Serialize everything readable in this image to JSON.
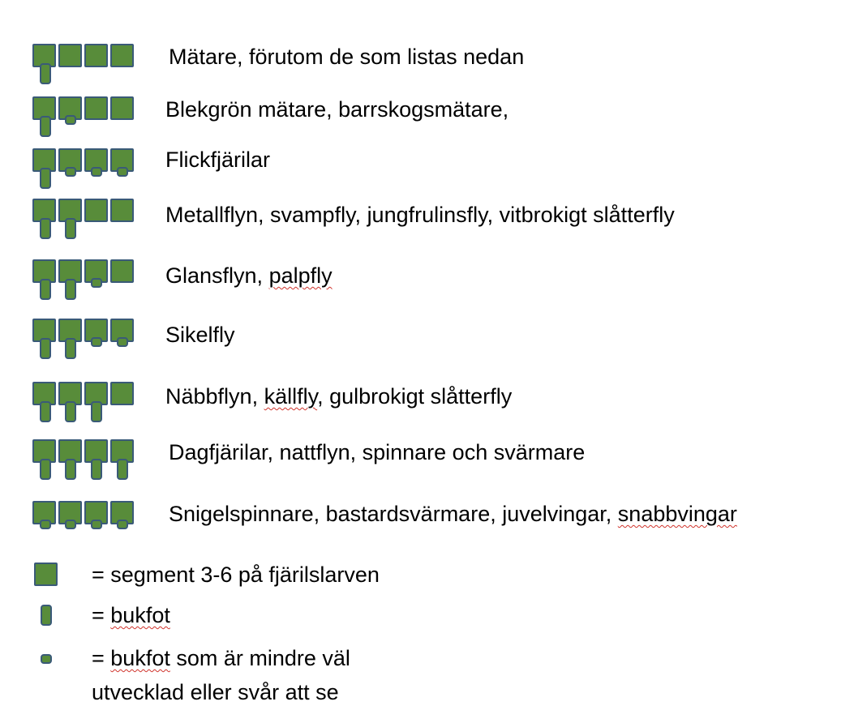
{
  "rows": [
    {
      "label": "Mätare, förutom de som listas nedan",
      "legs": [
        "full",
        "none",
        "none",
        "none"
      ]
    },
    {
      "label": "Blekgrön mätare, barrskogsmätare,",
      "legs": [
        "full",
        "small",
        "none",
        "none"
      ]
    },
    {
      "label": "Flickfjärilar",
      "legs": [
        "full",
        "small",
        "small",
        "small"
      ]
    },
    {
      "label": "Metallflyn, svampfly, jungfrulinsfly, vitbrokigt slåtterfly",
      "legs": [
        "full",
        "full",
        "none",
        "none"
      ]
    },
    {
      "label_parts": [
        "Glansflyn, ",
        "palpfly"
      ],
      "legs": [
        "full",
        "full",
        "small",
        "none"
      ]
    },
    {
      "label": "Sikelfly",
      "legs": [
        "full",
        "full",
        "small",
        "small"
      ]
    },
    {
      "label_parts": [
        "Näbbflyn, ",
        "källfly",
        ", gulbrokigt slåtterfly"
      ],
      "legs": [
        "full",
        "full",
        "full",
        "none"
      ]
    },
    {
      "label": "Dagfjärilar, nattflyn, spinnare och svärmare",
      "legs": [
        "full",
        "full",
        "full",
        "full"
      ]
    },
    {
      "label_parts": [
        "Snigelspinnare, bastardsvärmare, juvelvingar, ",
        "snabbvingar"
      ],
      "legs": [
        "small",
        "small",
        "small",
        "small"
      ]
    }
  ],
  "legend": {
    "segment": "= segment 3-6 på fjärilslarven",
    "proleg_prefix": "= ",
    "proleg_word": "bukfot",
    "small_proleg_prefix": "= ",
    "small_proleg_word": "bukfot",
    "small_proleg_rest_line1": " som är mindre väl",
    "small_proleg_line2": "utvecklad eller svår att se"
  },
  "colors": {
    "segment_fill": "#588c3a",
    "segment_border": "#3a5a78",
    "spellcheck_underline": "#d0342c"
  }
}
